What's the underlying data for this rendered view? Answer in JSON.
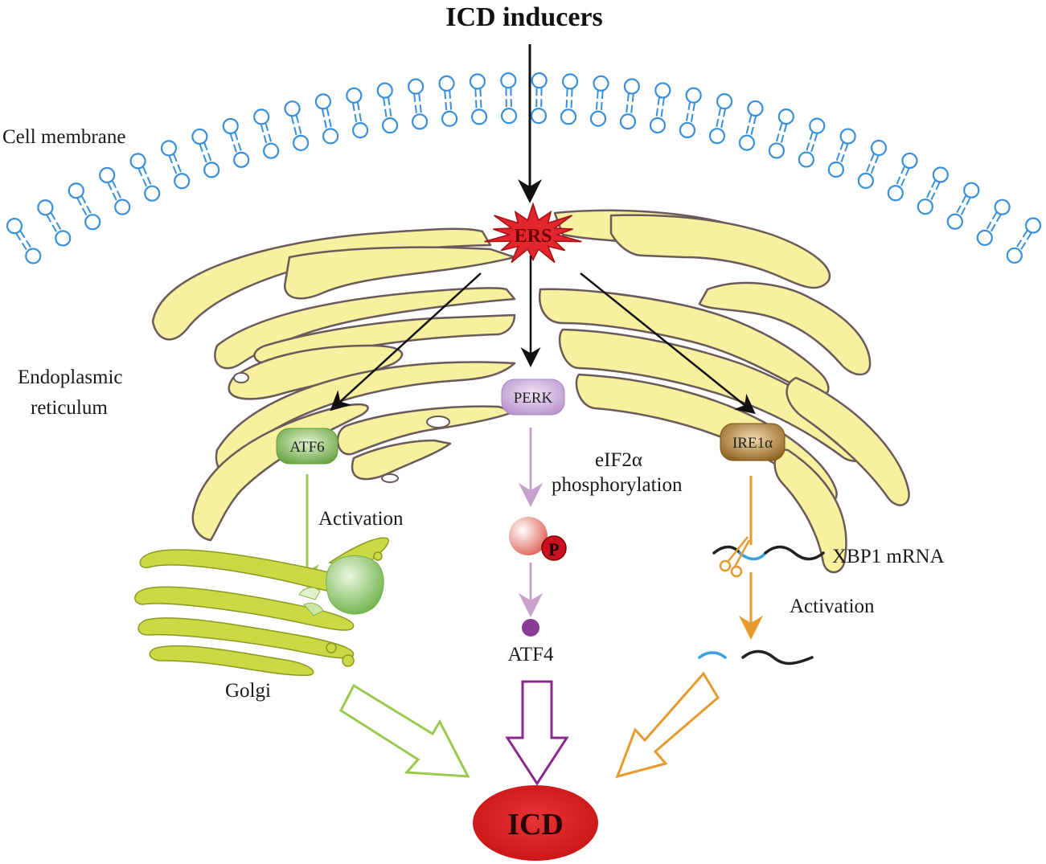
{
  "title": "ICD inducers",
  "labels": {
    "cell_membrane": "Cell membrane",
    "er_line1": "Endoplasmic",
    "er_line2": "reticulum",
    "ers": "ERS",
    "perk": "PERK",
    "atf6": "ATF6",
    "ire1a": "IRE1α",
    "eif2a_line1": "eIF2α",
    "eif2a_line2": "phosphorylation",
    "p_badge": "P",
    "atf4": "ATF4",
    "activation_left": "Activation",
    "activation_right": "Activation",
    "xbp1": "XBP1 mRNA",
    "golgi": "Golgi",
    "icd": "ICD"
  },
  "colors": {
    "membrane": "#3a8fdb",
    "er_fill": "#f7f09e",
    "er_stroke": "#6a5a5a",
    "ers_star": "#e3262b",
    "perk": "#c8a6d8",
    "atf6": "#7dbb55",
    "ire1a": "#9a6a22",
    "green_arrow": "#9ac94f",
    "purple_arrow": "#8a2a8a",
    "orange_arrow": "#e69a2e",
    "icd_fill": "#d82020",
    "golgi": "#cbd945"
  },
  "icons": [
    "phospholipid-icon",
    "star-burst-icon",
    "scissors-icon",
    "protein-blob-icon"
  ]
}
